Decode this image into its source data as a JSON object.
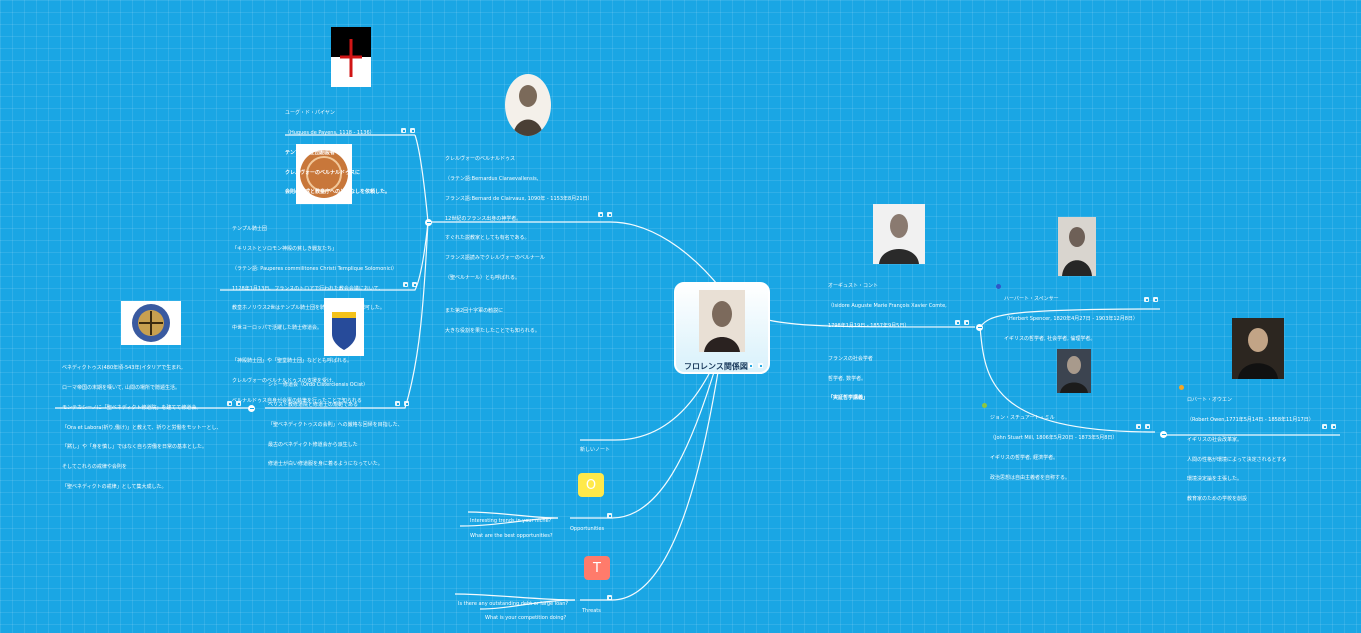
{
  "center": {
    "title": "フロレンス関係図"
  },
  "nodes": {
    "hugues": [
      "ユーグ・ド・パイヤン",
      "（Hugues de Payens, 1118 - 1136）",
      "テンプル騎士団創設者",
      "クレルヴォーのベルナルドゥスに",
      "会則の作成と教皇庁へのとりなしを依頼した。"
    ],
    "bernard": [
      "クレルヴォーのベルナルドゥス",
      "（ラテン語:Bernardus Claraevallensis,",
      "フランス語:Bernard de Clairvaux, 1090年 - 1153年8月21日）",
      "12世紀のフランス出身の神学者。",
      "すぐれた説教家としても有名である。",
      "フランス語読みでクレルヴォーのベルナール",
      "（聖ベルナール）とも呼ばれる。",
      "",
      "また第2回十字軍の勧説に",
      "大きな役割を果たしたことでも知られる。"
    ],
    "templar": [
      "テンプル騎士団",
      "「キリストとソロモン神殿の貧しき戦友たち」",
      "（ラテン語: Pauperes commilitones Christi Templique Solomonici）",
      "1128年1月13日、フランスのトロアで行われた教会会議において、",
      "教皇ホノリウス2世はテンプル騎士団を騎士修道会として認可した。",
      "中世ヨーロッパで活躍した騎士修道会。",
      "",
      "「神殿騎士団」や「聖堂騎士団」などとも呼ばれる。",
      "クレルヴォーのベルナルドゥスの支援を受け、",
      "ベルナルドゥス自身が会憲の執筆を行ったことで知られる"
    ],
    "benedict": [
      "ベネディクトゥス(480年頃-543年)イタリアで生まれ,",
      "ローマ帝国の末期を嘆いて, 山間の場所で隠遁生活。",
      "モンテカシーノに「聖ベネディクト修道院」を建てて修道会。",
      "「Ora et Labora(祈り,働け)」と教えて、祈りと労働をモットーとし、",
      "「黙し」や「身を慎し」ではなく自ら労働を日常の基本とした。",
      "そしてこれらの戒律や会則を",
      "「聖ベネディクトの戒律」として集大成した。"
    ],
    "cistercian": [
      "シトー修道会（Ordo Cisterciensis OCist）",
      "ベリスト教修道院と修道士の規範である",
      "「聖ベネディクトゥスの会則」への厳格な回帰を目指した、",
      "最古のベネディクト修道会から派生した",
      "修道士が白い修道服を身に着るようになっていた。"
    ],
    "comte": [
      "オーギュスト・コント",
      "（Isidore Auguste Marie François Xavier Comte,",
      "1798年1月19日 - 1857年9月5日）",
      "",
      "フランスの社会学者",
      "哲学者, 数学者。",
      "「実証哲学講義」"
    ],
    "spencer": [
      "ハーバート・スペンサー",
      "（Herbert Spencer, 1820年4月27日 - 1903年12月8日）",
      "イギリスの哲学者, 社会学者, 倫理学者。"
    ],
    "mill": [
      "ジョン・スチュアート・ミル",
      "（John Stuart Mill, 1806年5月20日 - 1873年5月8日）",
      "イギリスの哲学者, 経済学者。",
      "政治思想は自由主義者を自称する。"
    ],
    "owen": [
      "ロバート・オウエン",
      "（Robert Owen,1771年5月14日 - 1858年11月17日）",
      "イギリスの社会改革家。",
      "人間の性格が環境によって決定されるとする",
      "環境決定論を主張した。",
      "教育家のための学校を創設"
    ],
    "new_note": "新しいノート",
    "opportunities": {
      "label": "Opportunities",
      "letter": "O",
      "children": [
        "Interesting trends in your niche?",
        "What are the best opportunities?"
      ]
    },
    "threats": {
      "label": "Threats",
      "letter": "T",
      "children": [
        "Is there any outstanding debt or large loan?",
        "What is your competition doing?"
      ]
    }
  },
  "colors": {
    "background": "#1aa6e4",
    "opportunities_box": "#ffe94a",
    "threats_box": "#ff7b6b",
    "bullet_blue": "#2f57c8",
    "bullet_green": "#8cc63f",
    "bullet_orange": "#f6a623"
  }
}
